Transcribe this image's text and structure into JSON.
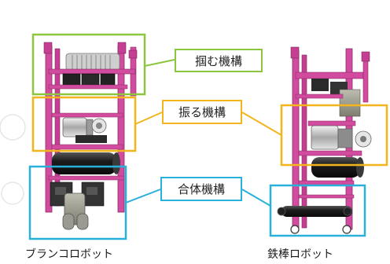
{
  "labels": {
    "grip": "掴む機構",
    "swing": "振る機構",
    "combine": "合体機構"
  },
  "captions": {
    "left_robot": "ブランコロボット",
    "right_robot": "鉄棒ロボット"
  },
  "colors": {
    "grip": "#8cc63f",
    "swing": "#f2b51d",
    "combine": "#29b1d9",
    "frame": "#d14c9e"
  }
}
